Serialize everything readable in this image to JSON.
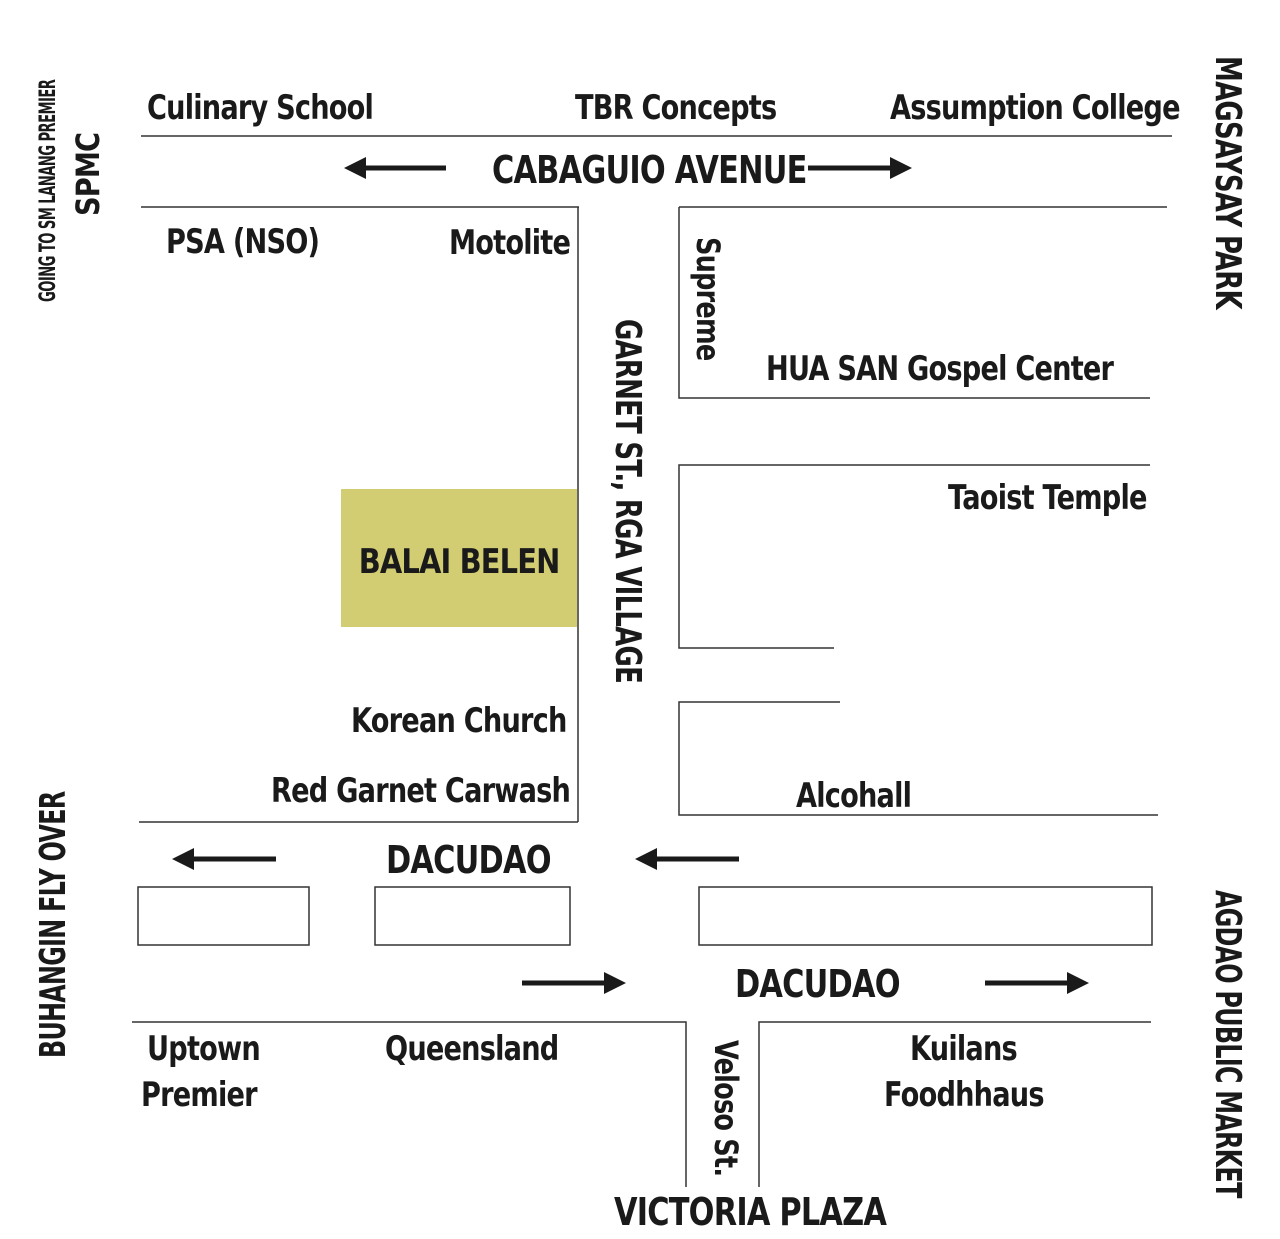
{
  "colors": {
    "ink": "#1a1a1a",
    "highlight": "#d2cd72"
  },
  "streets": {
    "cabaguio": "CABAGUIO AVENUE",
    "garnet": "GARNET ST., RGA VILLAGE",
    "dacudao_north": "DACUDAO",
    "dacudao_south": "DACUDAO",
    "veloso": "Veloso St."
  },
  "landmarks": {
    "culinary_school": "Culinary School",
    "tbr_concepts": "TBR Concepts",
    "assumption_college": "Assumption College",
    "psa_nso": "PSA (NSO)",
    "motolite": "Motolite",
    "supreme": "Supreme",
    "hua_san": "HUA SAN Gospel Center",
    "taoist_temple": "Taoist Temple",
    "balai_belen": "BALAI BELEN",
    "korean_church": "Korean Church",
    "red_garnet_carwash": "Red Garnet Carwash",
    "alcohall": "Alcohall",
    "uptown_line1": "Uptown",
    "uptown_line2": "Premier",
    "queensland": "Queensland",
    "kuilans_line1": "Kuilans",
    "kuilans_line2": "Foodhhaus"
  },
  "edges": {
    "going_to": "GOING TO SM LANANG PREMIER",
    "spmc": "SPMC",
    "magsaysay_park": "MAGSAYSAY PARK",
    "buhangin_flyover": "BUHANGIN FLY OVER",
    "agdao_market": "AGDAO PUBLIC MARKET",
    "victoria_plaza": "VICTORIA PLAZA"
  },
  "arrows": [
    {
      "name": "arrow-cabaguio-west",
      "direction": "west"
    },
    {
      "name": "arrow-cabaguio-east",
      "direction": "east"
    },
    {
      "name": "arrow-dacudao-north-west-1",
      "direction": "west"
    },
    {
      "name": "arrow-dacudao-north-west-2",
      "direction": "west"
    },
    {
      "name": "arrow-dacudao-south-east-1",
      "direction": "east"
    },
    {
      "name": "arrow-dacudao-south-east-2",
      "direction": "east"
    }
  ]
}
